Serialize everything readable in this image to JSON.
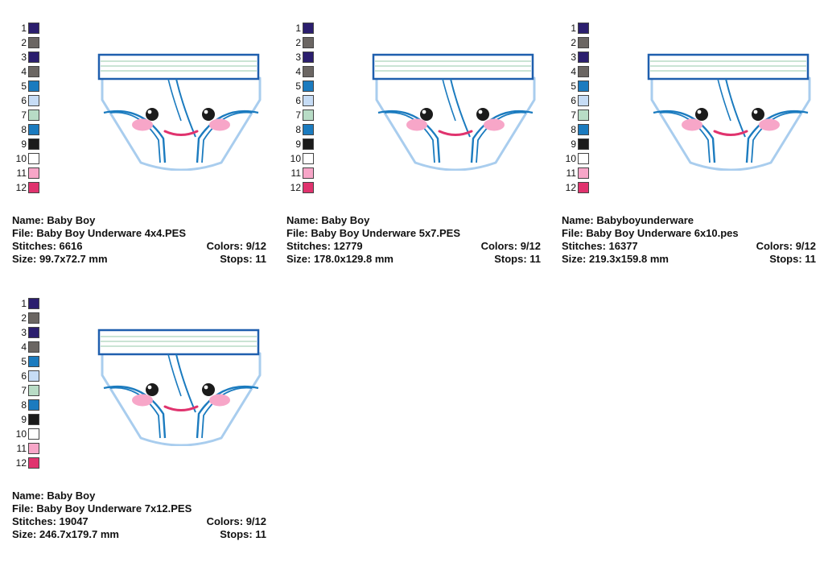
{
  "palette": [
    {
      "num": "1",
      "color": "#2b1e6e"
    },
    {
      "num": "2",
      "color": "#6b6663"
    },
    {
      "num": "3",
      "color": "#2b1e6e"
    },
    {
      "num": "4",
      "color": "#6b6663"
    },
    {
      "num": "5",
      "color": "#1b7bbf"
    },
    {
      "num": "6",
      "color": "#c6dcf5"
    },
    {
      "num": "7",
      "color": "#b8dcc6"
    },
    {
      "num": "8",
      "color": "#1b7bbf"
    },
    {
      "num": "9",
      "color": "#1b1b1b"
    },
    {
      "num": "10",
      "color": "#ffffff"
    },
    {
      "num": "11",
      "color": "#f7a6c8"
    },
    {
      "num": "12",
      "color": "#e0336e"
    }
  ],
  "designs": [
    {
      "name_label": "Name: Baby Boy",
      "file_label": "File: Baby Boy Underware 4x4.PES",
      "stitches_label": "Stitches: 6616",
      "colors_label": "Colors: 9/12",
      "size_label": "Size: 99.7x72.7 mm",
      "stops_label": "Stops: 11"
    },
    {
      "name_label": "Name: Baby Boy",
      "file_label": "File: Baby Boy Underware 5x7.PES",
      "stitches_label": "Stitches: 12779",
      "colors_label": "Colors: 9/12",
      "size_label": "Size: 178.0x129.8 mm",
      "stops_label": "Stops: 11"
    },
    {
      "name_label": "Name: Babyboyunderware",
      "file_label": "File: Baby Boy Underware 6x10.pes",
      "stitches_label": "Stitches: 16377",
      "colors_label": "Colors: 9/12",
      "size_label": "Size: 219.3x159.8 mm",
      "stops_label": "Stops: 11"
    },
    {
      "name_label": "Name: Baby Boy",
      "file_label": "File: Baby Boy Underware 7x12.PES",
      "stitches_label": "Stitches: 19047",
      "colors_label": "Colors: 9/12",
      "size_label": "Size: 246.7x179.7 mm",
      "stops_label": "Stops: 11"
    }
  ],
  "art_colors": {
    "band_border": "#1f5fae",
    "band_stripe": "#b8dcc6",
    "outline": "#a9cdee",
    "seam": "#1b7bbf",
    "cheek": "#f7a6c8",
    "mouth": "#e0336e",
    "eye": "#1b1b1b"
  }
}
